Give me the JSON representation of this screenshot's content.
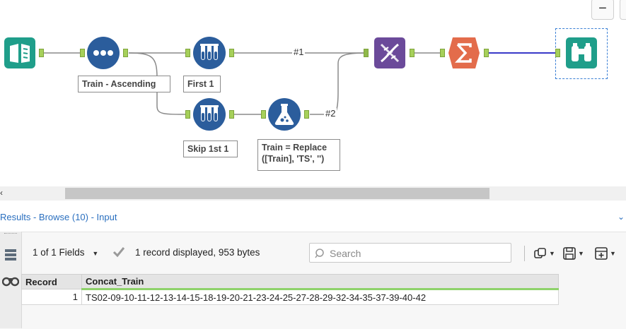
{
  "canvas": {
    "annotations": {
      "train_ascending": "Train - Ascending",
      "first_1": "First 1",
      "skip_1st_1": "Skip 1st 1",
      "formula": "Train = Replace\n([Train], 'TS', '')"
    },
    "wire_labels": {
      "one": "#1",
      "two": "#2"
    },
    "minimize_label": "−"
  },
  "scrollbar": {
    "left_glyph": "‹"
  },
  "results": {
    "title": "Results - Browse (10) - Input",
    "fields_label": "1 of 1 Fields",
    "record_info": "1 record displayed, 953 bytes",
    "search_placeholder": "Search",
    "columns": [
      "Record",
      "Concat_Train"
    ],
    "rows": [
      {
        "record": "1",
        "concat_train": "TS02-09-10-11-12-13-14-15-18-19-20-21-23-24-25-27-28-29-32-34-35-37-39-40-42"
      }
    ]
  },
  "colors": {
    "input_tool": "#1f9e8a",
    "sort_tool": "#2b5d9c",
    "sample_tool": "#2b5d9c",
    "formula_tool": "#2b5d9c",
    "union_tool": "#6b4a9a",
    "summarize_tool": "#e36c4b",
    "browse_tool": "#1f9e8a",
    "anchor": "#a6d05a"
  }
}
